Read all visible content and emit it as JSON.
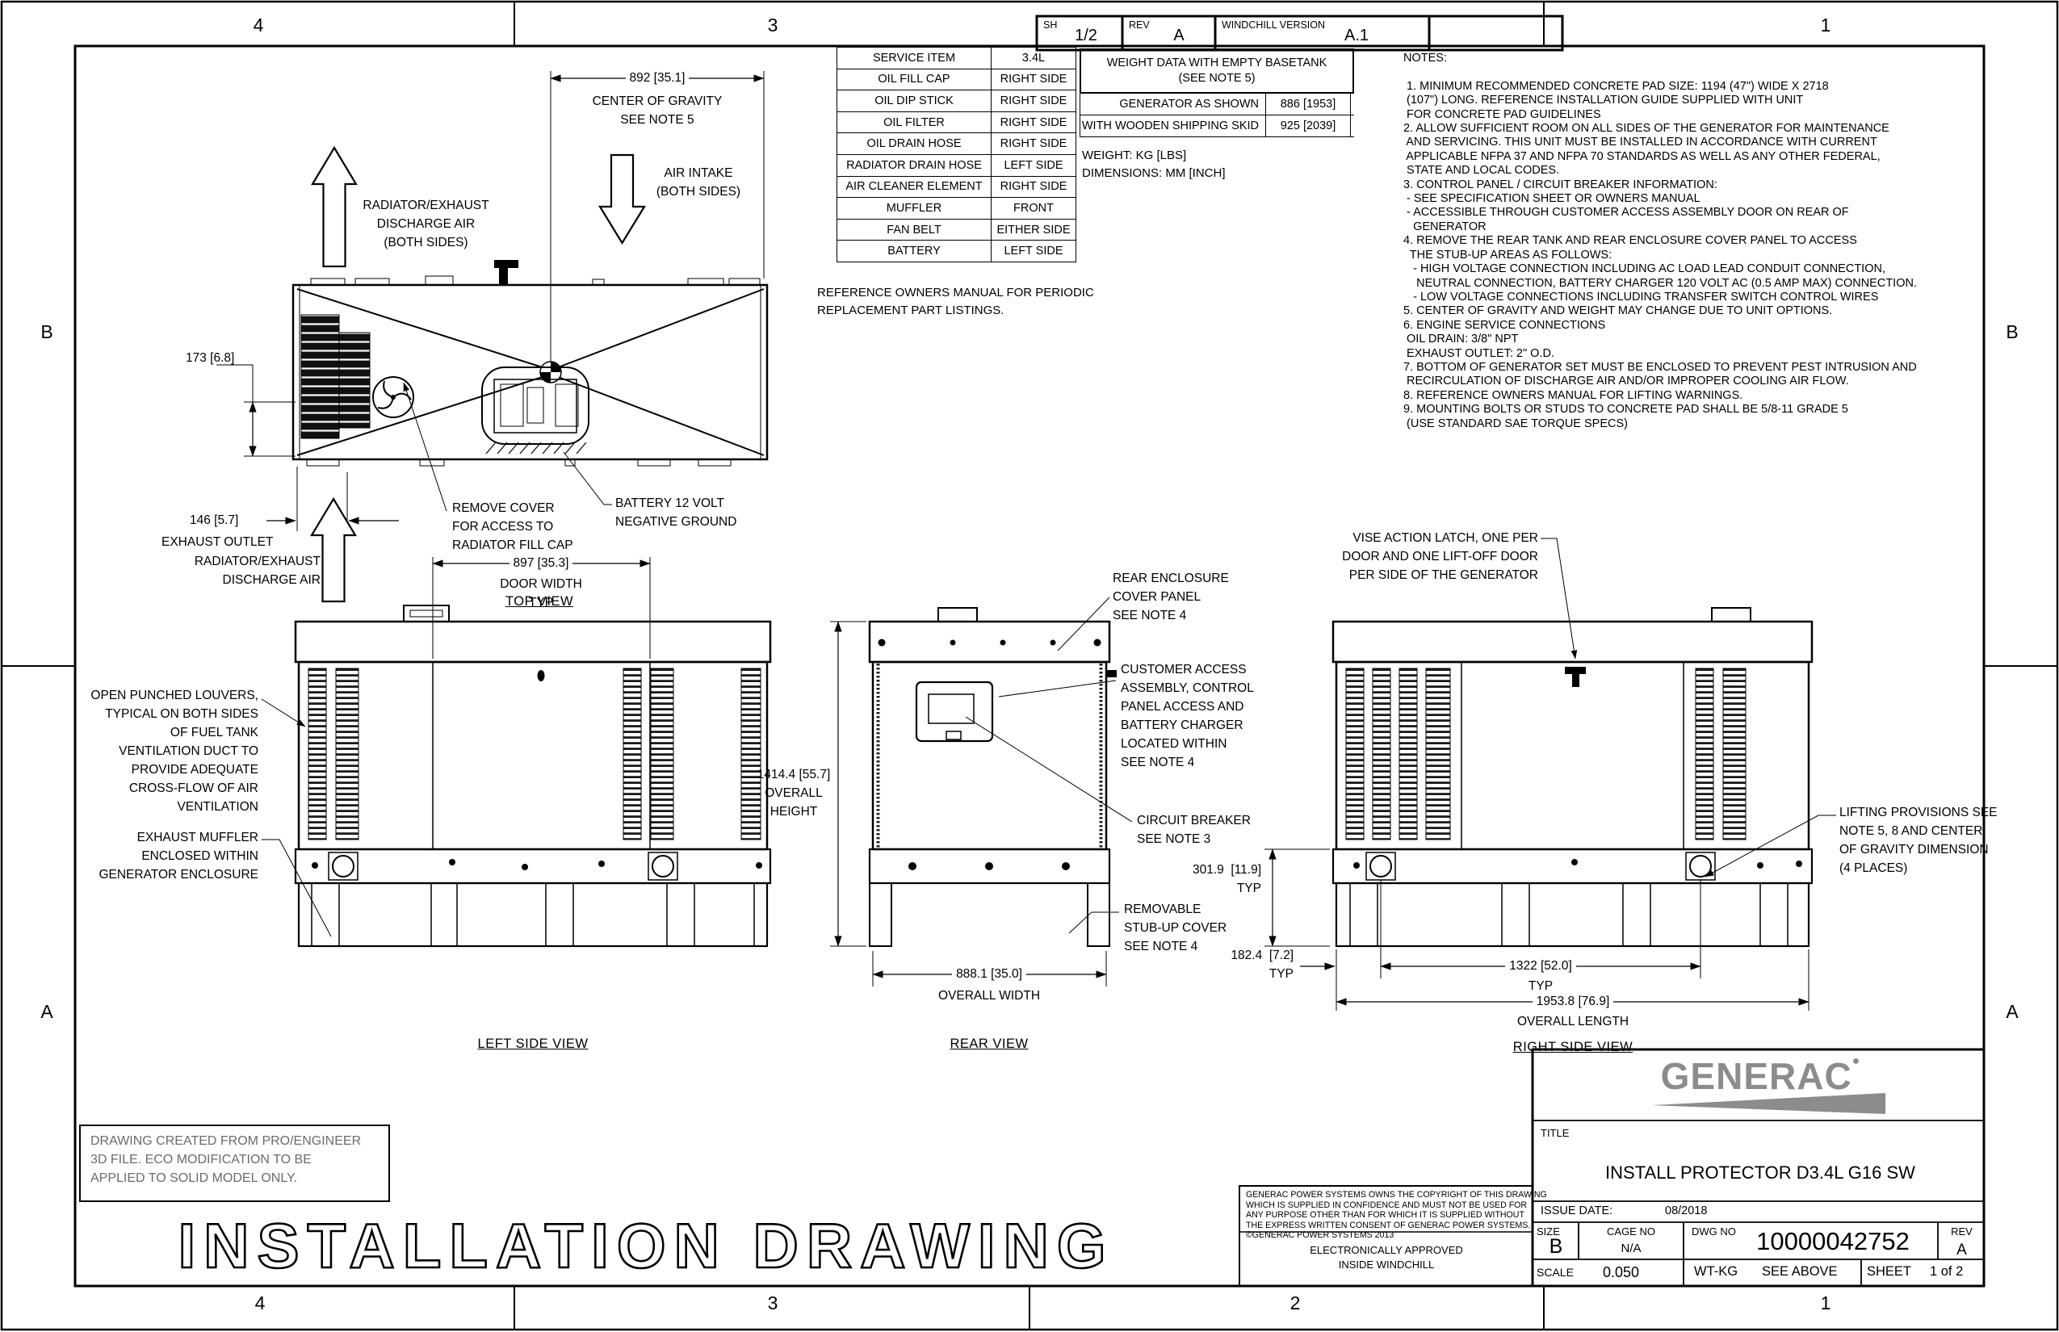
{
  "zones": {
    "top_4": "4",
    "top_3": "3",
    "top_1": "1",
    "bottom_4": "4",
    "bottom_3": "3",
    "bottom_2": "2",
    "bottom_1": "1",
    "left_b": "B",
    "left_a": "A",
    "right_b": "B",
    "right_a": "A"
  },
  "ribbon": {
    "sh_label": "SH",
    "sh_value": "1/2",
    "rev_label": "REV",
    "rev_value": "A",
    "wc_label": "WINDCHILL VERSION",
    "wc_value": "A.1"
  },
  "service_table": {
    "header_item": "SERVICE ITEM",
    "header_value": "3.4L",
    "rows": [
      [
        "OIL FILL CAP",
        "RIGHT SIDE"
      ],
      [
        "OIL DIP STICK",
        "RIGHT SIDE"
      ],
      [
        "OIL FILTER",
        "RIGHT SIDE"
      ],
      [
        "OIL DRAIN HOSE",
        "RIGHT SIDE"
      ],
      [
        "RADIATOR DRAIN HOSE",
        "LEFT SIDE"
      ],
      [
        "AIR CLEANER ELEMENT",
        "RIGHT SIDE"
      ],
      [
        "MUFFLER",
        "FRONT"
      ],
      [
        "FAN BELT",
        "EITHER SIDE"
      ],
      [
        "BATTERY",
        "LEFT SIDE"
      ]
    ],
    "footnote": "REFERENCE OWNERS MANUAL FOR PERIODIC\nREPLACEMENT PART LISTINGS."
  },
  "weight_table": {
    "title": "WEIGHT DATA WITH EMPTY BASETANK\n(SEE NOTE 5)",
    "row1_label": "GENERATOR AS SHOWN",
    "row1_value": "886 [1953]",
    "row2_label": "WITH WOODEN SHIPPING SKID",
    "row2_value": "925 [2039]",
    "units": "WEIGHT: KG [LBS]\nDIMENSIONS: MM [INCH]"
  },
  "notes": "NOTES:\n\n 1. MINIMUM RECOMMENDED CONCRETE PAD SIZE: 1194 (47\") WIDE X 2718\n (107\") LONG. REFERENCE INSTALLATION GUIDE SUPPLIED WITH UNIT\n FOR CONCRETE PAD GUIDELINES\n2. ALLOW SUFFICIENT ROOM ON ALL SIDES OF THE GENERATOR FOR MAINTENANCE\n AND SERVICING. THIS UNIT MUST BE INSTALLED IN ACCORDANCE WITH CURRENT\n APPLICABLE NFPA 37 AND NFPA 70 STANDARDS AS WELL AS ANY OTHER FEDERAL,\n STATE AND LOCAL CODES.\n3. CONTROL PANEL / CIRCUIT BREAKER INFORMATION:\n - SEE SPECIFICATION SHEET OR OWNERS MANUAL\n - ACCESSIBLE THROUGH CUSTOMER ACCESS ASSEMBLY DOOR ON REAR OF\n   GENERATOR\n4. REMOVE THE REAR TANK AND REAR ENCLOSURE COVER PANEL TO ACCESS\n  THE STUB-UP AREAS AS FOLLOWS:\n   - HIGH VOLTAGE CONNECTION INCLUDING AC LOAD LEAD CONDUIT CONNECTION,\n    NEUTRAL CONNECTION, BATTERY CHARGER 120 VOLT AC (0.5 AMP MAX) CONNECTION.\n   - LOW VOLTAGE CONNECTIONS INCLUDING TRANSFER SWITCH CONTROL WIRES\n5. CENTER OF GRAVITY AND WEIGHT MAY CHANGE DUE TO UNIT OPTIONS.\n6. ENGINE SERVICE CONNECTIONS\n OIL DRAIN: 3/8\" NPT\n EXHAUST OUTLET: 2\" O.D.\n7. BOTTOM OF GENERATOR SET MUST BE ENCLOSED TO PREVENT PEST INTRUSION AND\n RECIRCULATION OF DISCHARGE AIR AND/OR IMPROPER COOLING AIR FLOW.\n8. REFERENCE OWNERS MANUAL FOR LIFTING WARNINGS.\n9. MOUNTING BOLTS OR STUDS TO CONCRETE PAD SHALL BE 5/8-11 GRADE 5\n (USE STANDARD SAE TORQUE SPECS)",
  "top_view": {
    "dim_cg": "892  [35.1]",
    "cg_note": "CENTER OF GRAVITY\nSEE NOTE 5",
    "air_intake": "AIR INTAKE\n(BOTH SIDES)",
    "discharge": "RADIATOR/EXHAUST\nDISCHARGE AIR\n(BOTH SIDES)",
    "dim_173": "173  [6.8]",
    "dim_146": "146  [5.7]",
    "exhaust_outlet": "EXHAUST OUTLET",
    "remove_cover": "REMOVE COVER\nFOR ACCESS TO\nRADIATOR FILL CAP",
    "battery": "BATTERY 12 VOLT\nNEGATIVE GROUND",
    "label": "TOP VIEW"
  },
  "left_view": {
    "discharge": "RADIATOR/EXHAUST\nDISCHARGE AIR",
    "dim_door": "897  [35.3]",
    "door_width": "DOOR WIDTH\nTYP",
    "louvers": "OPEN PUNCHED LOUVERS,\nTYPICAL ON BOTH SIDES\nOF FUEL TANK\nVENTILATION DUCT TO\nPROVIDE ADEQUATE\nCROSS-FLOW OF AIR\nVENTILATION",
    "muffler": "EXHAUST MUFFLER\nENCLOSED WITHIN\nGENERATOR ENCLOSURE",
    "label": "LEFT SIDE VIEW"
  },
  "rear_view": {
    "dim_height": "1414.4 [55.7]\nOVERALL\nHEIGHT",
    "rear_panel": "REAR ENCLOSURE\nCOVER PANEL\nSEE NOTE 4",
    "customer": "CUSTOMER ACCESS\nASSEMBLY, CONTROL\nPANEL ACCESS AND\nBATTERY CHARGER\nLOCATED WITHIN\nSEE NOTE 4",
    "breaker": "CIRCUIT BREAKER\nSEE NOTE 3",
    "stub": "REMOVABLE\nSTUB-UP COVER\nSEE NOTE 4",
    "dim_width": "888.1  [35.0]",
    "overall_width": "OVERALL WIDTH",
    "label": "REAR VIEW"
  },
  "right_view": {
    "vise": "VISE ACTION LATCH, ONE PER\nDOOR AND ONE LIFT-OFF DOOR\nPER SIDE OF THE GENERATOR",
    "lifting": "LIFTING PROVISIONS SEE\nNOTE 5, 8 AND CENTER\nOF GRAVITY DIMENSION\n(4 PLACES)",
    "dim_301": "301.9  [11.9]\nTYP",
    "dim_182": "182.4  [7.2]\nTYP",
    "dim_1322": "1322  [52.0]",
    "typ": "TYP",
    "dim_length": "1953.8  [76.9]",
    "overall_length": "OVERALL LENGTH",
    "label": "RIGHT SIDE VIEW"
  },
  "footer": {
    "drawing_note": "DRAWING CREATED FROM PRO/ENGINEER\n3D FILE. ECO MODIFICATION TO BE\nAPPLIED TO SOLID MODEL ONLY.",
    "watermark": "INSTALLATION DRAWING",
    "copyright": "GENERAC POWER SYSTEMS OWNS THE COPYRIGHT OF THIS DRAWING\nWHICH IS SUPPLIED IN CONFIDENCE AND MUST NOT BE USED FOR\nANY PURPOSE OTHER THAN FOR WHICH IT IS SUPPLIED WITHOUT\nTHE EXPRESS WRITTEN CONSENT OF GENERAC POWER SYSTEMS.\n©GENERAC POWER SYSTEMS 2013",
    "approved": "ELECTRONICALLY APPROVED\nINSIDE WINDCHILL"
  },
  "title_block": {
    "brand": "GENERAC",
    "title_label": "TITLE",
    "title": "INSTALL PROTECTOR D3.4L G16 SW",
    "issue_label": "ISSUE DATE:",
    "issue_date": "08/2018",
    "size_label": "SIZE",
    "size": "B",
    "cage_label": "CAGE NO",
    "cage": "N/A",
    "dwg_label": "DWG NO",
    "dwg": "10000042752",
    "rev_label": "REV",
    "rev": "A",
    "scale_label": "SCALE",
    "scale": "0.050",
    "wt_label": "WT-KG",
    "wt_value": "SEE ABOVE",
    "sheet_label": "SHEET",
    "sheet": "1 of 2"
  }
}
